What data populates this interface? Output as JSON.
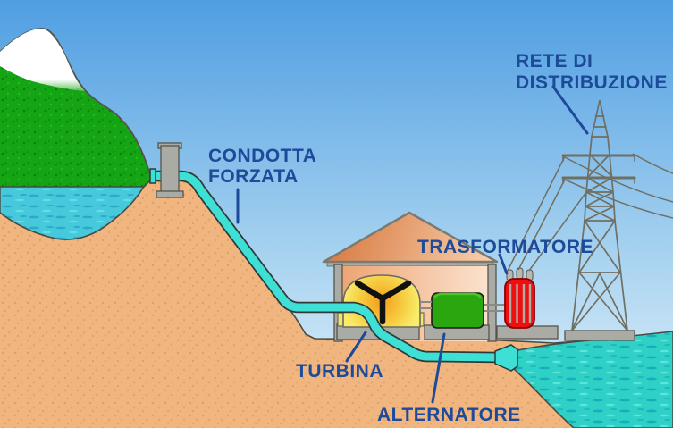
{
  "labels": {
    "condotta": {
      "line1": "CONDOTTA",
      "line2": "FORZATA"
    },
    "rete": {
      "line1": "RETE DI",
      "line2": "DISTRIBUZIONE"
    },
    "trasformatore": {
      "label": "TRASFORMATORE"
    },
    "turbina": {
      "label": "TURBINA"
    },
    "alternatore": {
      "label": "ALTERNATORE"
    }
  },
  "colors": {
    "label_blue": "#1d4b9a",
    "sky_top": "#4F9EE2",
    "sky_bottom": "#E4F1FB",
    "mountain_green": "#14A414",
    "snow_white": "#FFFFFF",
    "terrain_tan": "#F1B67F",
    "outline_dark": "#4A4A42",
    "water_upper": "#46C9DB",
    "water_lower": "#2FD1C6",
    "pipe_cyan": "#3EE0D6",
    "structure_gray": "#ABABA5",
    "roof_orange": "#D97C44",
    "turbine_yellow": "#F8EC6A",
    "turbine_orange": "#F49E1C",
    "runner_black": "#111111",
    "alternator_green": "#2AA60F",
    "transformer_red": "#EE1010",
    "wire_gray": "#6F6F63"
  }
}
